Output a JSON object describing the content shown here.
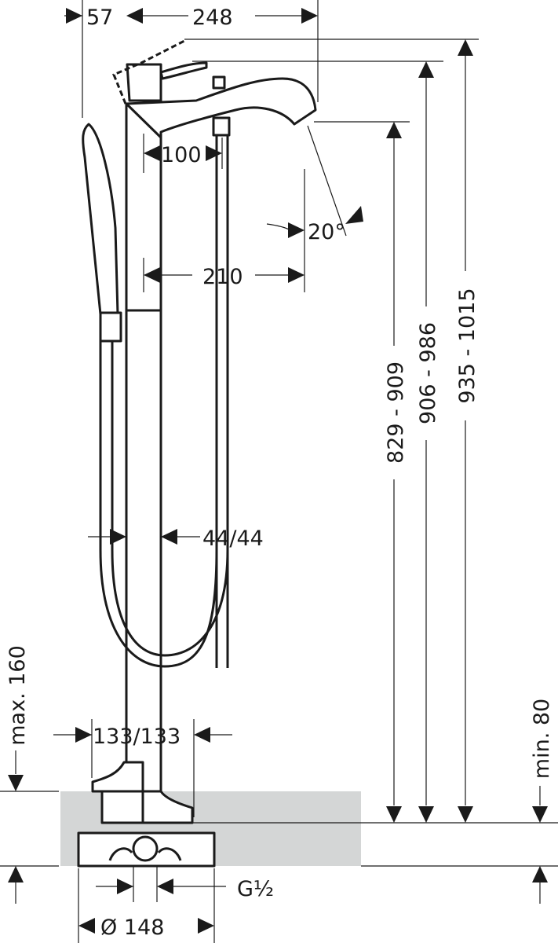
{
  "dimensions": {
    "handshower_offset": "57",
    "spout_reach": "248",
    "hose_connection_offset": "100",
    "spout_angle": "20°",
    "spout_to_pipe": "210",
    "pipe_diameter": "44/44",
    "base_width": "133/133",
    "max_floor": "max. 160",
    "min_floor": "min. 80",
    "height_spout": "829 - 909",
    "height_lever": "906 - 986",
    "height_lever_open": "935 - 1015",
    "connection_thread": "G½",
    "flange_diameter": "Ø 148"
  },
  "colors": {
    "line": "#1a1a1a",
    "floor_fill": "#d4d6d6"
  }
}
